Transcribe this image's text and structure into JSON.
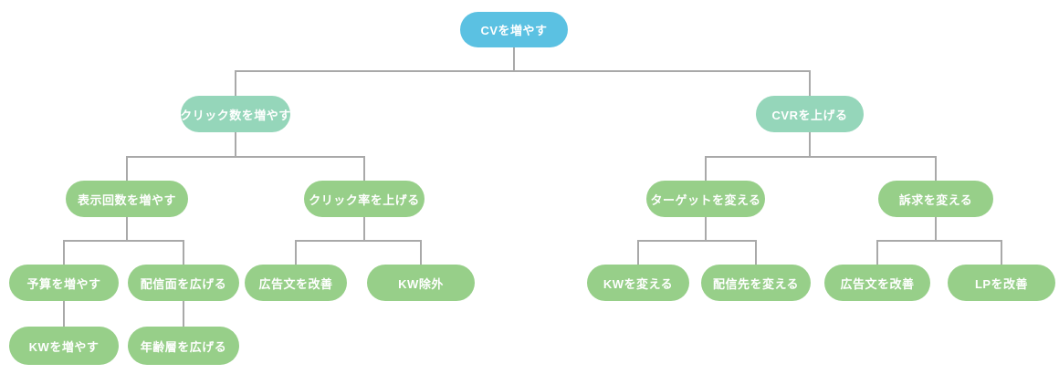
{
  "diagram": {
    "nodes": {
      "root": {
        "label": "CVを増やす"
      },
      "clicks": {
        "label": "クリック数を増やす"
      },
      "cvr": {
        "label": "CVRを上げる"
      },
      "impressions": {
        "label": "表示回数を増やす"
      },
      "ctr": {
        "label": "クリック率を上げる"
      },
      "target": {
        "label": "ターゲットを変える"
      },
      "appeal": {
        "label": "訴求を変える"
      },
      "budget": {
        "label": "予算を増やす"
      },
      "placement": {
        "label": "配信面を広げる"
      },
      "adcopy_left": {
        "label": "広告文を改善"
      },
      "kw_exclude": {
        "label": "KW除外"
      },
      "kw_change": {
        "label": "KWを変える"
      },
      "destination": {
        "label": "配信先を変える"
      },
      "adcopy_right": {
        "label": "広告文を改善"
      },
      "lp": {
        "label": "LPを改善"
      },
      "kw_increase": {
        "label": "KWを増やす"
      },
      "age_range": {
        "label": "年齢層を広げる"
      }
    },
    "edges": [
      [
        "root",
        "clicks"
      ],
      [
        "root",
        "cvr"
      ],
      [
        "clicks",
        "impressions"
      ],
      [
        "clicks",
        "ctr"
      ],
      [
        "cvr",
        "target"
      ],
      [
        "cvr",
        "appeal"
      ],
      [
        "impressions",
        "budget"
      ],
      [
        "impressions",
        "placement"
      ],
      [
        "ctr",
        "adcopy_left"
      ],
      [
        "ctr",
        "kw_exclude"
      ],
      [
        "target",
        "kw_change"
      ],
      [
        "target",
        "destination"
      ],
      [
        "appeal",
        "adcopy_right"
      ],
      [
        "appeal",
        "lp"
      ],
      [
        "budget",
        "kw_increase"
      ],
      [
        "placement",
        "age_range"
      ]
    ],
    "colors": {
      "root": "#5bc1e2",
      "branch": "#95d6ba",
      "leaf": "#97cf89",
      "connector": "#a9a9a9",
      "text": "#ffffff",
      "background": "#ffffff"
    }
  }
}
